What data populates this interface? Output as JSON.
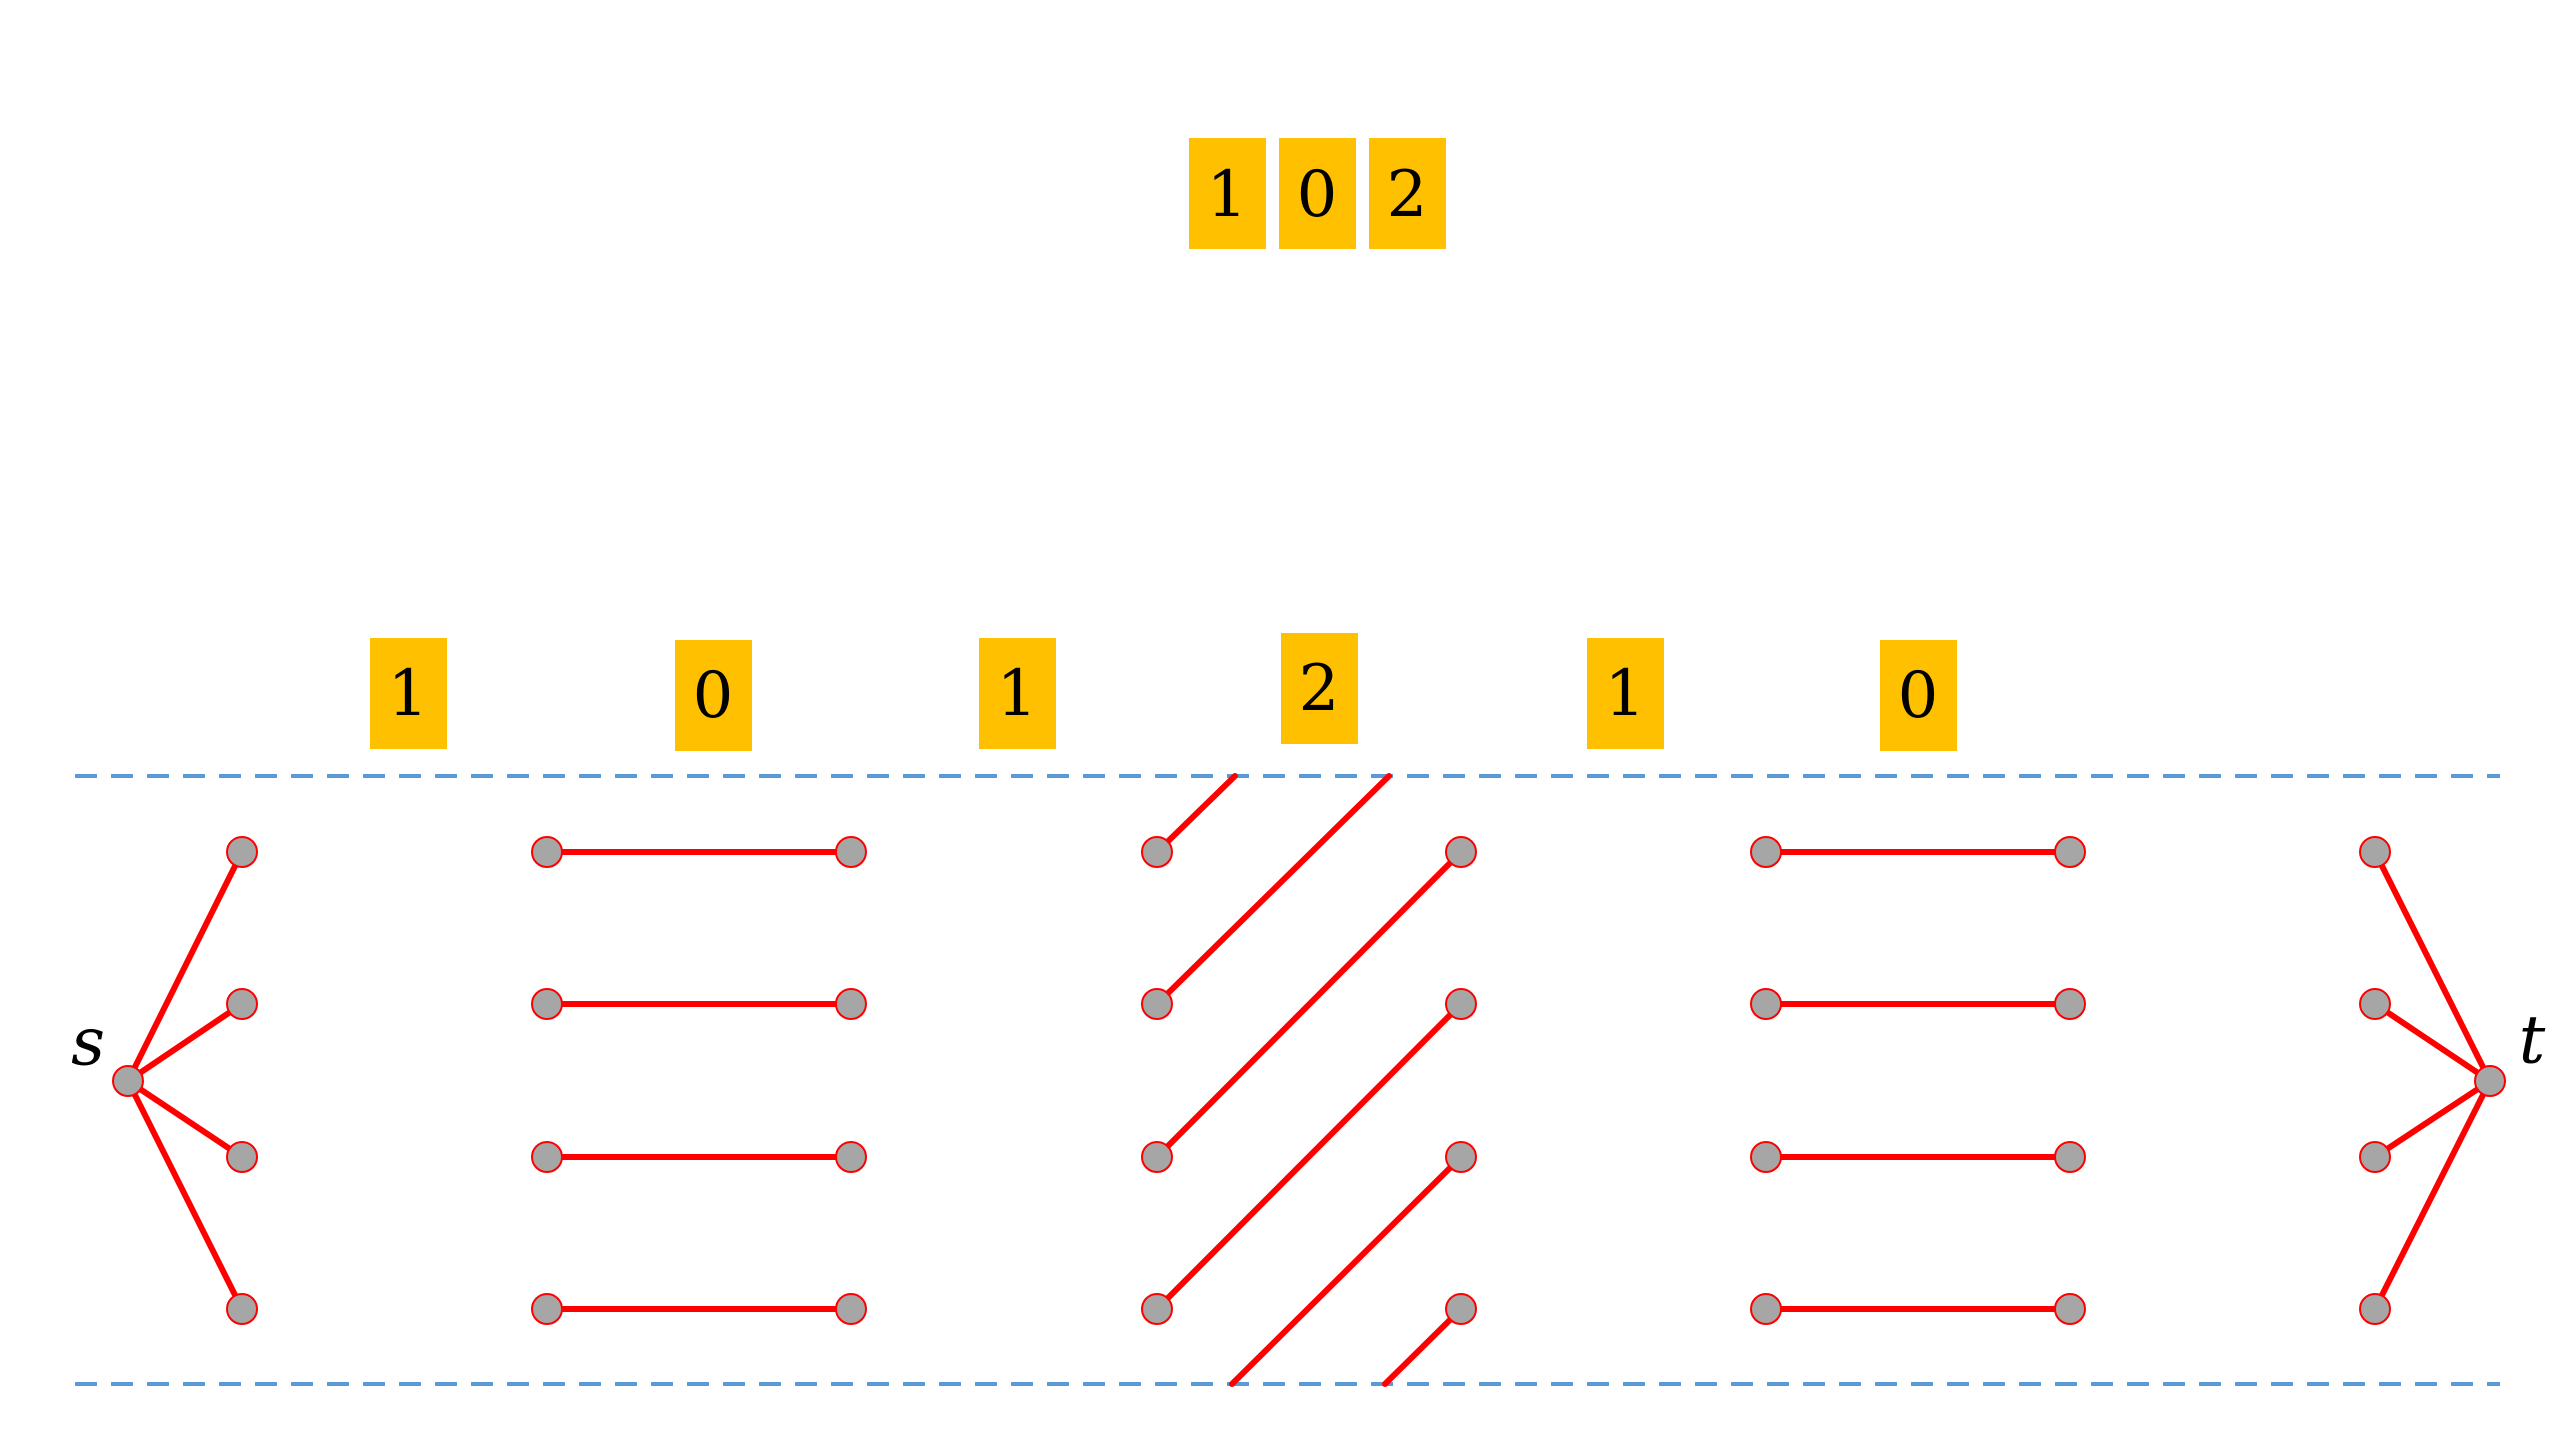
{
  "sequence": [
    "1",
    "0",
    "2"
  ],
  "column_labels": [
    "1",
    "0",
    "1",
    "2",
    "1",
    "0"
  ],
  "terminals": {
    "source": "s",
    "sink": "t"
  },
  "colors": {
    "label_fill": "#FFC000",
    "edge": "#FF0000",
    "node_fill": "#A6A6A6",
    "node_stroke": "#FF0000",
    "boundary": "#5B9BD5"
  },
  "icons": {
    "node": "circle-node",
    "edge": "straight-line",
    "boundary": "dashed-line"
  }
}
